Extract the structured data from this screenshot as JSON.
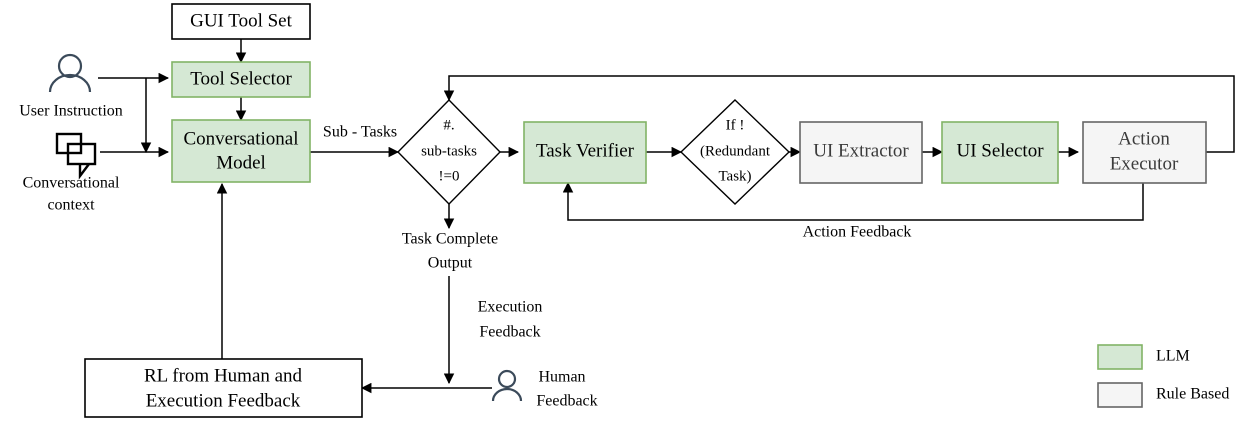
{
  "diagram": {
    "title": "GUI agent pipeline flowchart",
    "colors": {
      "llm_fill": "#d5e8d4",
      "llm_stroke": "#82b366",
      "rule_fill": "#f5f5f5",
      "rule_stroke": "#666666",
      "plain_fill": "#ffffff",
      "plain_stroke": "#000000",
      "background": "#ffffff"
    },
    "nodes": {
      "gui_tool_set": "GUI Tool Set",
      "tool_selector": "Tool Selector",
      "conversational_model_line1": "Conversational",
      "conversational_model_line2": "Model",
      "task_verifier": "Task Verifier",
      "ui_extractor": "UI Extractor",
      "ui_selector": "UI Selector",
      "action_executor_line1": "Action",
      "action_executor_line2": "Executor",
      "rl_box_line1": "RL from Human and",
      "rl_box_line2": "Execution Feedback"
    },
    "decisions": {
      "subtasks_line1": "#.",
      "subtasks_line2": "sub-tasks",
      "subtasks_line3": "!=0",
      "redundant_line1": "If !",
      "redundant_line2": "(Redundant",
      "redundant_line3": "Task)"
    },
    "inputs": {
      "user_instruction": "User Instruction",
      "conversational_context_line1": "Conversational",
      "conversational_context_line2": "context",
      "human_feedback_line1": "Human",
      "human_feedback_line2": "Feedback"
    },
    "edge_labels": {
      "sub_tasks": "Sub - Tasks",
      "task_complete_line1": "Task Complete",
      "task_complete_line2": "Output",
      "execution_feedback_line1": "Execution",
      "execution_feedback_line2": "Feedback",
      "action_feedback": "Action Feedback"
    },
    "legend": {
      "llm": "LLM",
      "rule_based": "Rule Based"
    }
  }
}
